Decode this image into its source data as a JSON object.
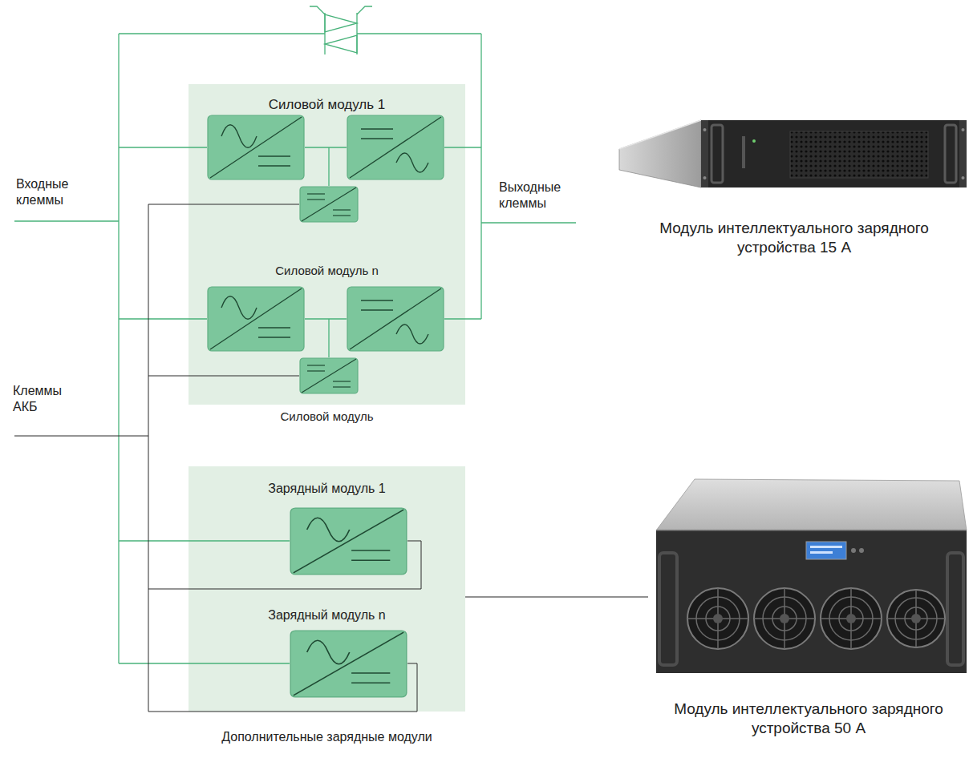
{
  "diagram": {
    "nodes": [
      {
        "text": [
          "Силовой модуль 1",
          "Силовой модуль n",
          "Силовой модуль"
        ]
      },
      {
        "text": [
          "Модуль интеллектуального зарядного устройства 15 А"
        ]
      },
      {
        "text": [
          "Зарядный модуль 1",
          "Зарядный модуль n",
          "Дополнительные зарядные модули"
        ]
      },
      {
        "text": [
          "Модуль интеллектуального зарядного устройства 50 А"
        ]
      }
    ],
    "edges": [
      {
        "from": 2,
        "to": 3,
        "arrow": "none"
      }
    ],
    "labels": [
      "Входные клеммы",
      "Выходные клеммы",
      "Клеммы АКБ"
    ]
  }
}
